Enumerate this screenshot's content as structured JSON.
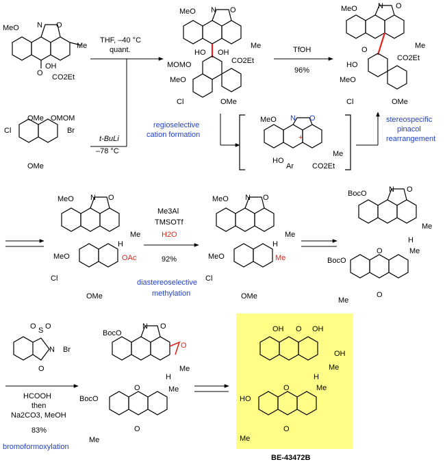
{
  "colors": {
    "annotation": "#1f3fd1",
    "highlight": "#e0241b",
    "product_box": "#ffff88"
  },
  "step1": {
    "conditions": [
      "THF, –40 °C",
      "quant."
    ],
    "reagent": "t-BuLi",
    "temperature": "–78 °C",
    "annotation": [
      "regioselective",
      "cation formation"
    ]
  },
  "step2": {
    "reagent": "TfOH",
    "yield": "96%",
    "annotation": [
      "stereospecific",
      "pinacol",
      "rearrangement"
    ]
  },
  "step3": {
    "reagents": [
      "Me3Al",
      "TMSOTf",
      "H2O"
    ],
    "yield": "92%",
    "annotation": [
      "diastereoselective",
      "methylation"
    ]
  },
  "step4": {
    "reagents": [
      "HCOOH",
      "then",
      "Na2CO3, MeOH"
    ],
    "yield": "83%",
    "annotation": "bromoformoxylation"
  },
  "labels": {
    "OMe": "OMe",
    "MeO": "MeO",
    "OMOM": "OMOM",
    "MOMO": "MOMO",
    "Cl": "Cl",
    "Br": "Br",
    "Me": "Me",
    "Et": "CO2Et",
    "OH": "OH",
    "HO": "HO",
    "O": "O",
    "N": "N",
    "S": "S",
    "H": "H",
    "OAc": "OAc",
    "BocO": "BocO",
    "Ar": "Ar",
    "plus": "+"
  },
  "product_name": "BE-43472B"
}
